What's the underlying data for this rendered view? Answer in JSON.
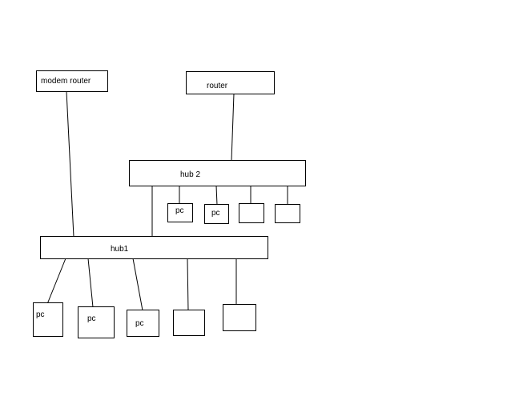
{
  "diagram": {
    "nodes": {
      "modem_router": {
        "label": "modem router"
      },
      "router": {
        "label": "router"
      },
      "hub2": {
        "label": "hub 2"
      },
      "hub1": {
        "label": "hub1"
      },
      "hub2_pc1": {
        "label": "pc"
      },
      "hub2_pc2": {
        "label": "pc"
      },
      "hub2_port3": {
        "label": ""
      },
      "hub2_port4": {
        "label": ""
      },
      "hub1_pc1": {
        "label": "pc"
      },
      "hub1_pc2": {
        "label": "pc"
      },
      "hub1_pc3": {
        "label": "pc"
      },
      "hub1_port4": {
        "label": ""
      },
      "hub1_port5": {
        "label": ""
      }
    },
    "edges": [
      {
        "from": "modem_router",
        "to": "hub1"
      },
      {
        "from": "router",
        "to": "hub2"
      },
      {
        "from": "hub2",
        "to": "hub1"
      },
      {
        "from": "hub2",
        "to": "hub2_pc1"
      },
      {
        "from": "hub2",
        "to": "hub2_pc2"
      },
      {
        "from": "hub2",
        "to": "hub2_port3"
      },
      {
        "from": "hub2",
        "to": "hub2_port4"
      },
      {
        "from": "hub1",
        "to": "hub1_pc1"
      },
      {
        "from": "hub1",
        "to": "hub1_pc2"
      },
      {
        "from": "hub1",
        "to": "hub1_pc3"
      },
      {
        "from": "hub1",
        "to": "hub1_port4"
      },
      {
        "from": "hub1",
        "to": "hub1_port5"
      }
    ]
  }
}
